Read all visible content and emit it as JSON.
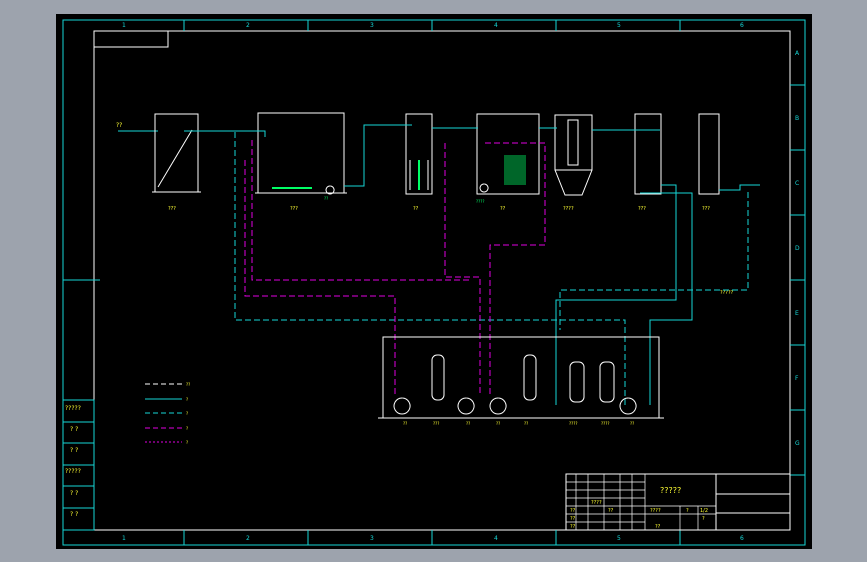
{
  "drawing": {
    "title_block": {
      "title": "?????",
      "cells": [
        "????",
        "??",
        "????",
        "?",
        "?",
        "1/2",
        "??",
        "??",
        "??",
        "??"
      ]
    },
    "grid_top": [
      "1",
      "2",
      "3",
      "4",
      "5",
      "6"
    ],
    "grid_bottom": [
      "1",
      "2",
      "3",
      "4",
      "5",
      "6"
    ],
    "grid_right": [
      "A",
      "B",
      "C",
      "D",
      "E",
      "F",
      "G"
    ],
    "left_labels": [
      "?????",
      "? ?",
      "? ?",
      "?????",
      "? ?",
      "? ?"
    ],
    "inlet_label": "??",
    "unit_labels": [
      "???",
      "???",
      "??",
      "??",
      "????",
      "???",
      "???"
    ],
    "pump_label": "?????",
    "mid_label": "????",
    "room_labels": [
      "??",
      "???",
      "??",
      "??",
      "??",
      "????",
      "????",
      "??"
    ],
    "legend": [
      "??",
      "?",
      "?",
      "?",
      "?"
    ]
  },
  "colors": {
    "background": "#000000",
    "frame": "#16d6d6",
    "equipment": "#ffffff",
    "pipe_cyan": "#16d6d6",
    "pipe_magenta": "#e000e0",
    "text": "#ffff33",
    "accent_green": "#00ff66"
  }
}
